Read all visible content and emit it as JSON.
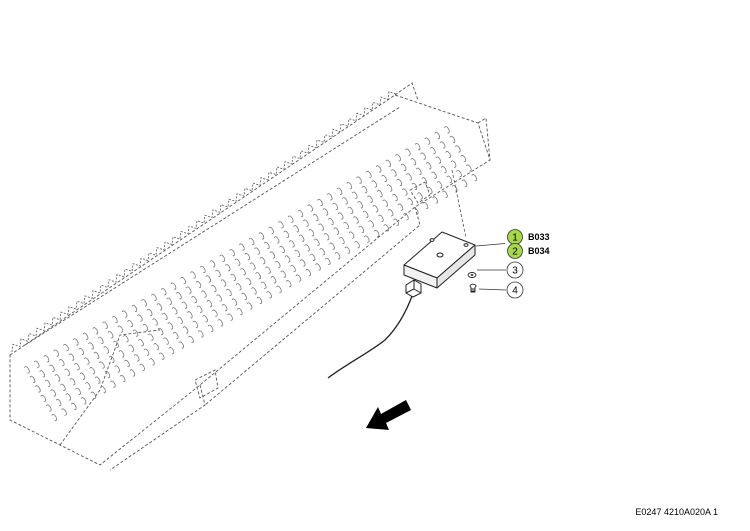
{
  "diagram": {
    "reference": "E0247 4210A020A 1",
    "callouts": [
      {
        "num": "1",
        "label": "B033",
        "highlight": true
      },
      {
        "num": "2",
        "label": "B034",
        "highlight": true
      },
      {
        "num": "3",
        "label": "",
        "highlight": false
      },
      {
        "num": "4",
        "label": "",
        "highlight": false
      }
    ],
    "colors": {
      "highlight": "#a6d84a",
      "line": "#333333",
      "rung": "#7a7a7a"
    }
  }
}
